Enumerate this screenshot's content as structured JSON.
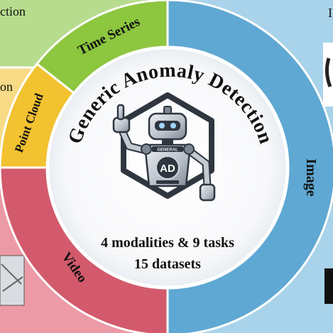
{
  "center": {
    "title": "Generic Anomaly Detection",
    "line1": "4 modalities & 9 tasks",
    "line2": "15 datasets",
    "logo_text": "AD",
    "badge_text": "GENERAL",
    "robot_icon": "robot-pointing-icon"
  },
  "segments": [
    {
      "label": "Time Series",
      "color": "#8dc63f"
    },
    {
      "label": "Point Cloud",
      "color": "#f2c230"
    },
    {
      "label": "Video",
      "color": "#d35a6c"
    },
    {
      "label": "Image",
      "color": "#5fa8d3"
    }
  ],
  "corners": {
    "top_left": {
      "text": "ction",
      "color": "#b7dc8e"
    },
    "mid_left": {
      "text": "on",
      "color": "#f7db86"
    },
    "bottom_left": {
      "color": "#ec9aa6"
    },
    "right": {
      "text": "I",
      "color": "#a9d3ea"
    }
  }
}
